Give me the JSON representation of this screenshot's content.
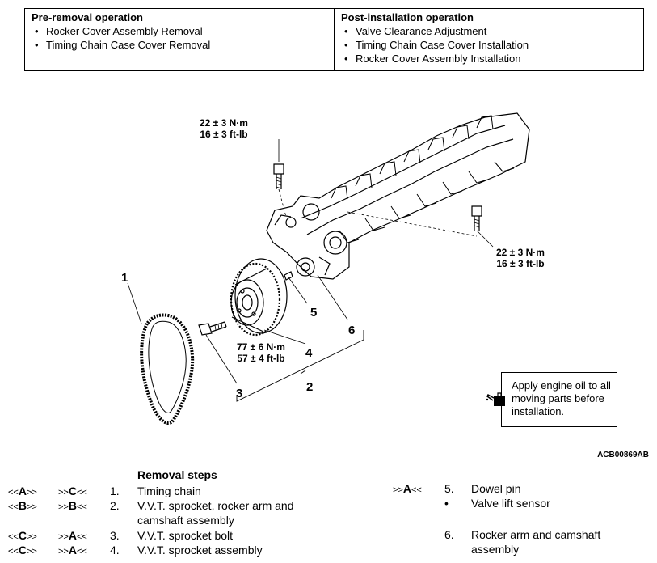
{
  "operations": {
    "pre_removal": {
      "heading": "Pre-removal operation",
      "items": [
        "Rocker Cover Assembly Removal",
        "Timing Chain Case Cover Removal"
      ]
    },
    "post_installation": {
      "heading": "Post-installation operation",
      "items": [
        "Valve Clearance Adjustment",
        "Timing Chain Case Cover Installation",
        "Rocker Cover Assembly Installation"
      ]
    }
  },
  "diagram": {
    "torque_top": [
      "22 ± 3 N·m",
      "16 ± 3 ft-lb"
    ],
    "torque_right": [
      "22 ± 3 N·m",
      "16 ± 3 ft-lb"
    ],
    "torque_bolt": [
      "77 ± 6 N·m",
      "57 ± 4 ft-lb"
    ],
    "callouts": [
      "1",
      "2",
      "3",
      "4",
      "5",
      "6"
    ],
    "oil_note": "Apply engine oil to all moving parts before installation.",
    "figure_code": "ACB00869AB"
  },
  "removal": {
    "title": "Removal steps",
    "steps": [
      {
        "ref1": "A",
        "ref2": "C",
        "num": "1.",
        "text": "Timing chain"
      },
      {
        "ref1": "B",
        "ref2": "B",
        "num": "2.",
        "text": "V.V.T. sprocket, rocker arm and",
        "text2": "camshaft assembly"
      },
      {
        "ref1": "C",
        "ref2": "A",
        "num": "3.",
        "text": "V.V.T. sprocket bolt"
      },
      {
        "ref1": "C",
        "ref2": "A",
        "num": "4.",
        "text": "V.V.T. sprocket assembly"
      },
      {
        "ref2": "A",
        "num": "5.",
        "text": "Dowel pin"
      },
      {
        "num": "•",
        "text": "Valve lift sensor"
      },
      {
        "num": "6.",
        "text": "Rocker arm and camshaft",
        "text2": "assembly"
      }
    ]
  }
}
